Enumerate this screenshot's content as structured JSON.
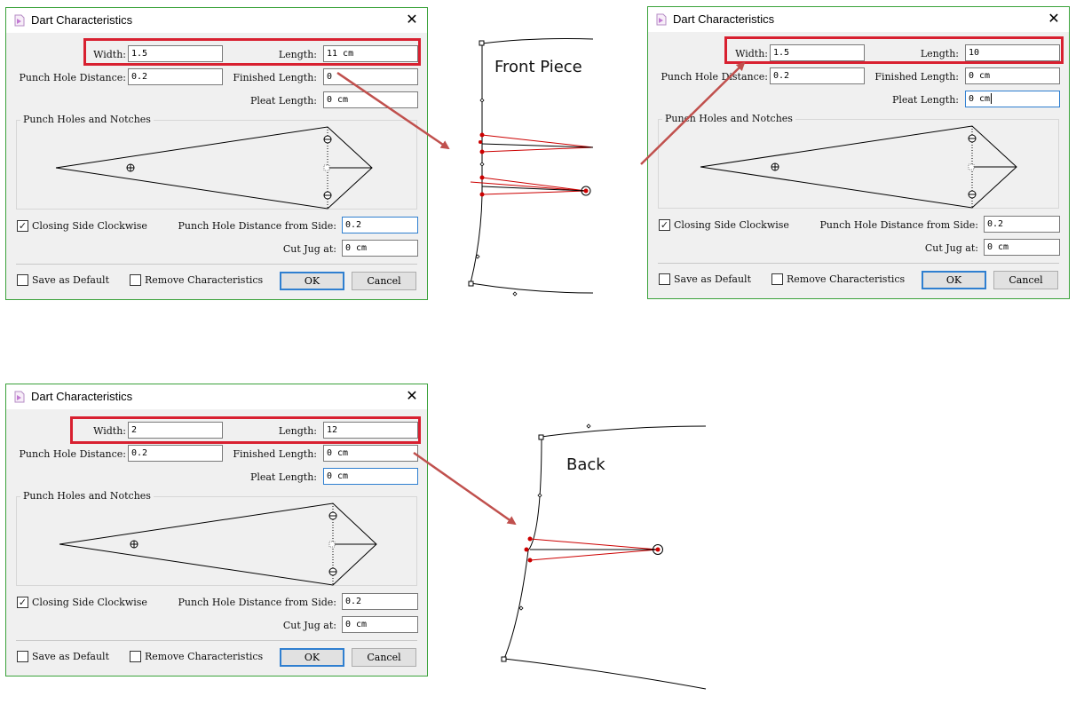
{
  "dialogs": [
    {
      "title": "Dart Characteristics",
      "width_label": "Width:",
      "width_value": "1.5",
      "length_label": "Length:",
      "length_value": "11 cm",
      "punch_hole_distance_label": "Punch Hole Distance:",
      "punch_hole_distance_value": "0.2",
      "finished_length_label": "Finished Length:",
      "finished_length_value": "0",
      "pleat_length_label": "Pleat Length:",
      "pleat_length_value": "0 cm",
      "group_label": "Punch Holes and Notches",
      "closing_side_label": "Closing Side Clockwise",
      "closing_side_checked": true,
      "punch_side_label": "Punch Hole Distance from Side:",
      "punch_side_value": "0.2",
      "cut_jug_label": "Cut Jug at:",
      "cut_jug_value": "0 cm",
      "save_default_label": "Save as Default",
      "remove_label": "Remove Characteristics",
      "ok_label": "OK",
      "cancel_label": "Cancel"
    },
    {
      "title": "Dart Characteristics",
      "width_label": "Width:",
      "width_value": "1.5",
      "length_label": "Length:",
      "length_value": "10",
      "punch_hole_distance_label": "Punch Hole Distance:",
      "punch_hole_distance_value": "0.2",
      "finished_length_label": "Finished Length:",
      "finished_length_value": "0 cm",
      "pleat_length_label": "Pleat Length:",
      "pleat_length_value": "0 cm",
      "group_label": "Punch Holes and Notches",
      "closing_side_label": "Closing Side Clockwise",
      "closing_side_checked": true,
      "punch_side_label": "Punch Hole Distance from Side:",
      "punch_side_value": "0.2",
      "cut_jug_label": "Cut Jug at:",
      "cut_jug_value": "0 cm",
      "save_default_label": "Save as Default",
      "remove_label": "Remove Characteristics",
      "ok_label": "OK",
      "cancel_label": "Cancel"
    },
    {
      "title": "Dart Characteristics",
      "width_label": "Width:",
      "width_value": "2",
      "length_label": "Length:",
      "length_value": "12",
      "punch_hole_distance_label": "Punch Hole Distance:",
      "punch_hole_distance_value": "0.2",
      "finished_length_label": "Finished Length:",
      "finished_length_value": "0 cm",
      "pleat_length_label": "Pleat Length:",
      "pleat_length_value": "0 cm",
      "group_label": "Punch Holes and Notches",
      "closing_side_label": "Closing Side Clockwise",
      "closing_side_checked": true,
      "punch_side_label": "Punch Hole Distance from Side:",
      "punch_side_value": "0.2",
      "cut_jug_label": "Cut Jug at:",
      "cut_jug_value": "0 cm",
      "save_default_label": "Save as Default",
      "remove_label": "Remove Characteristics",
      "ok_label": "OK",
      "cancel_label": "Cancel"
    }
  ],
  "pieces": {
    "front_label": "Front Piece",
    "back_label": "Back"
  },
  "icons": {
    "title": "dart-app-icon",
    "close": "close-icon",
    "check": "checkmark-icon"
  },
  "colors": {
    "highlight_box": "#d82030",
    "annotation_arrow": "#c0504d",
    "dart_line": "#cc0000",
    "window_border": "#3aa23a",
    "default_button_border": "#2f7fd0",
    "focused_input_border": "#2f7fd0"
  }
}
